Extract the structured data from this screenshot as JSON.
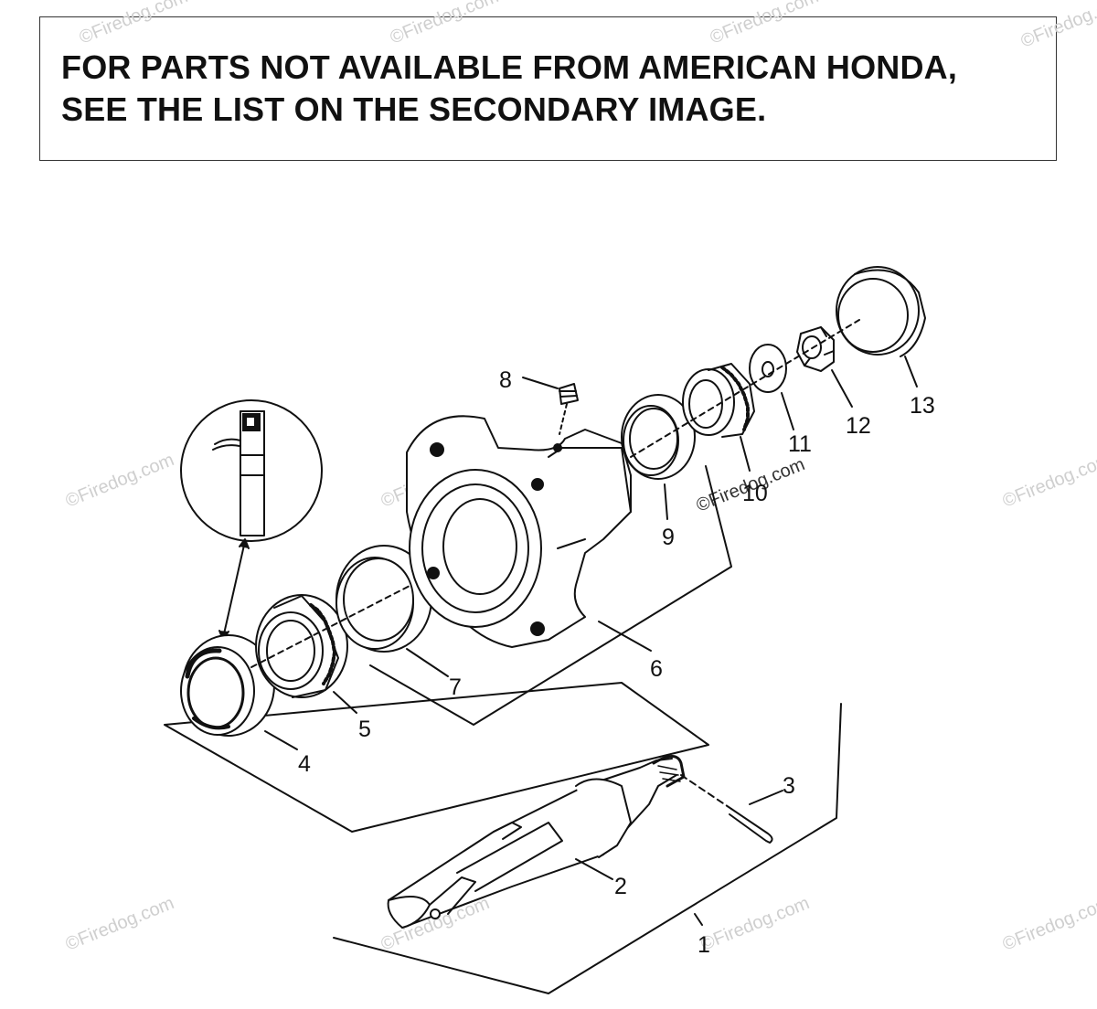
{
  "notice": {
    "line1": "FOR PARTS NOT AVAILABLE FROM AMERICAN HONDA,",
    "line2": "SEE THE LIST ON THE SECONDARY IMAGE."
  },
  "callouts": {
    "c1": "1",
    "c2": "2",
    "c3": "3",
    "c4": "4",
    "c5": "5",
    "c6": "6",
    "c7": "7",
    "c8": "8",
    "c9": "9",
    "c10": "10",
    "c11": "11",
    "c12": "12",
    "c13": "13"
  },
  "watermark": "©Firedog.com"
}
